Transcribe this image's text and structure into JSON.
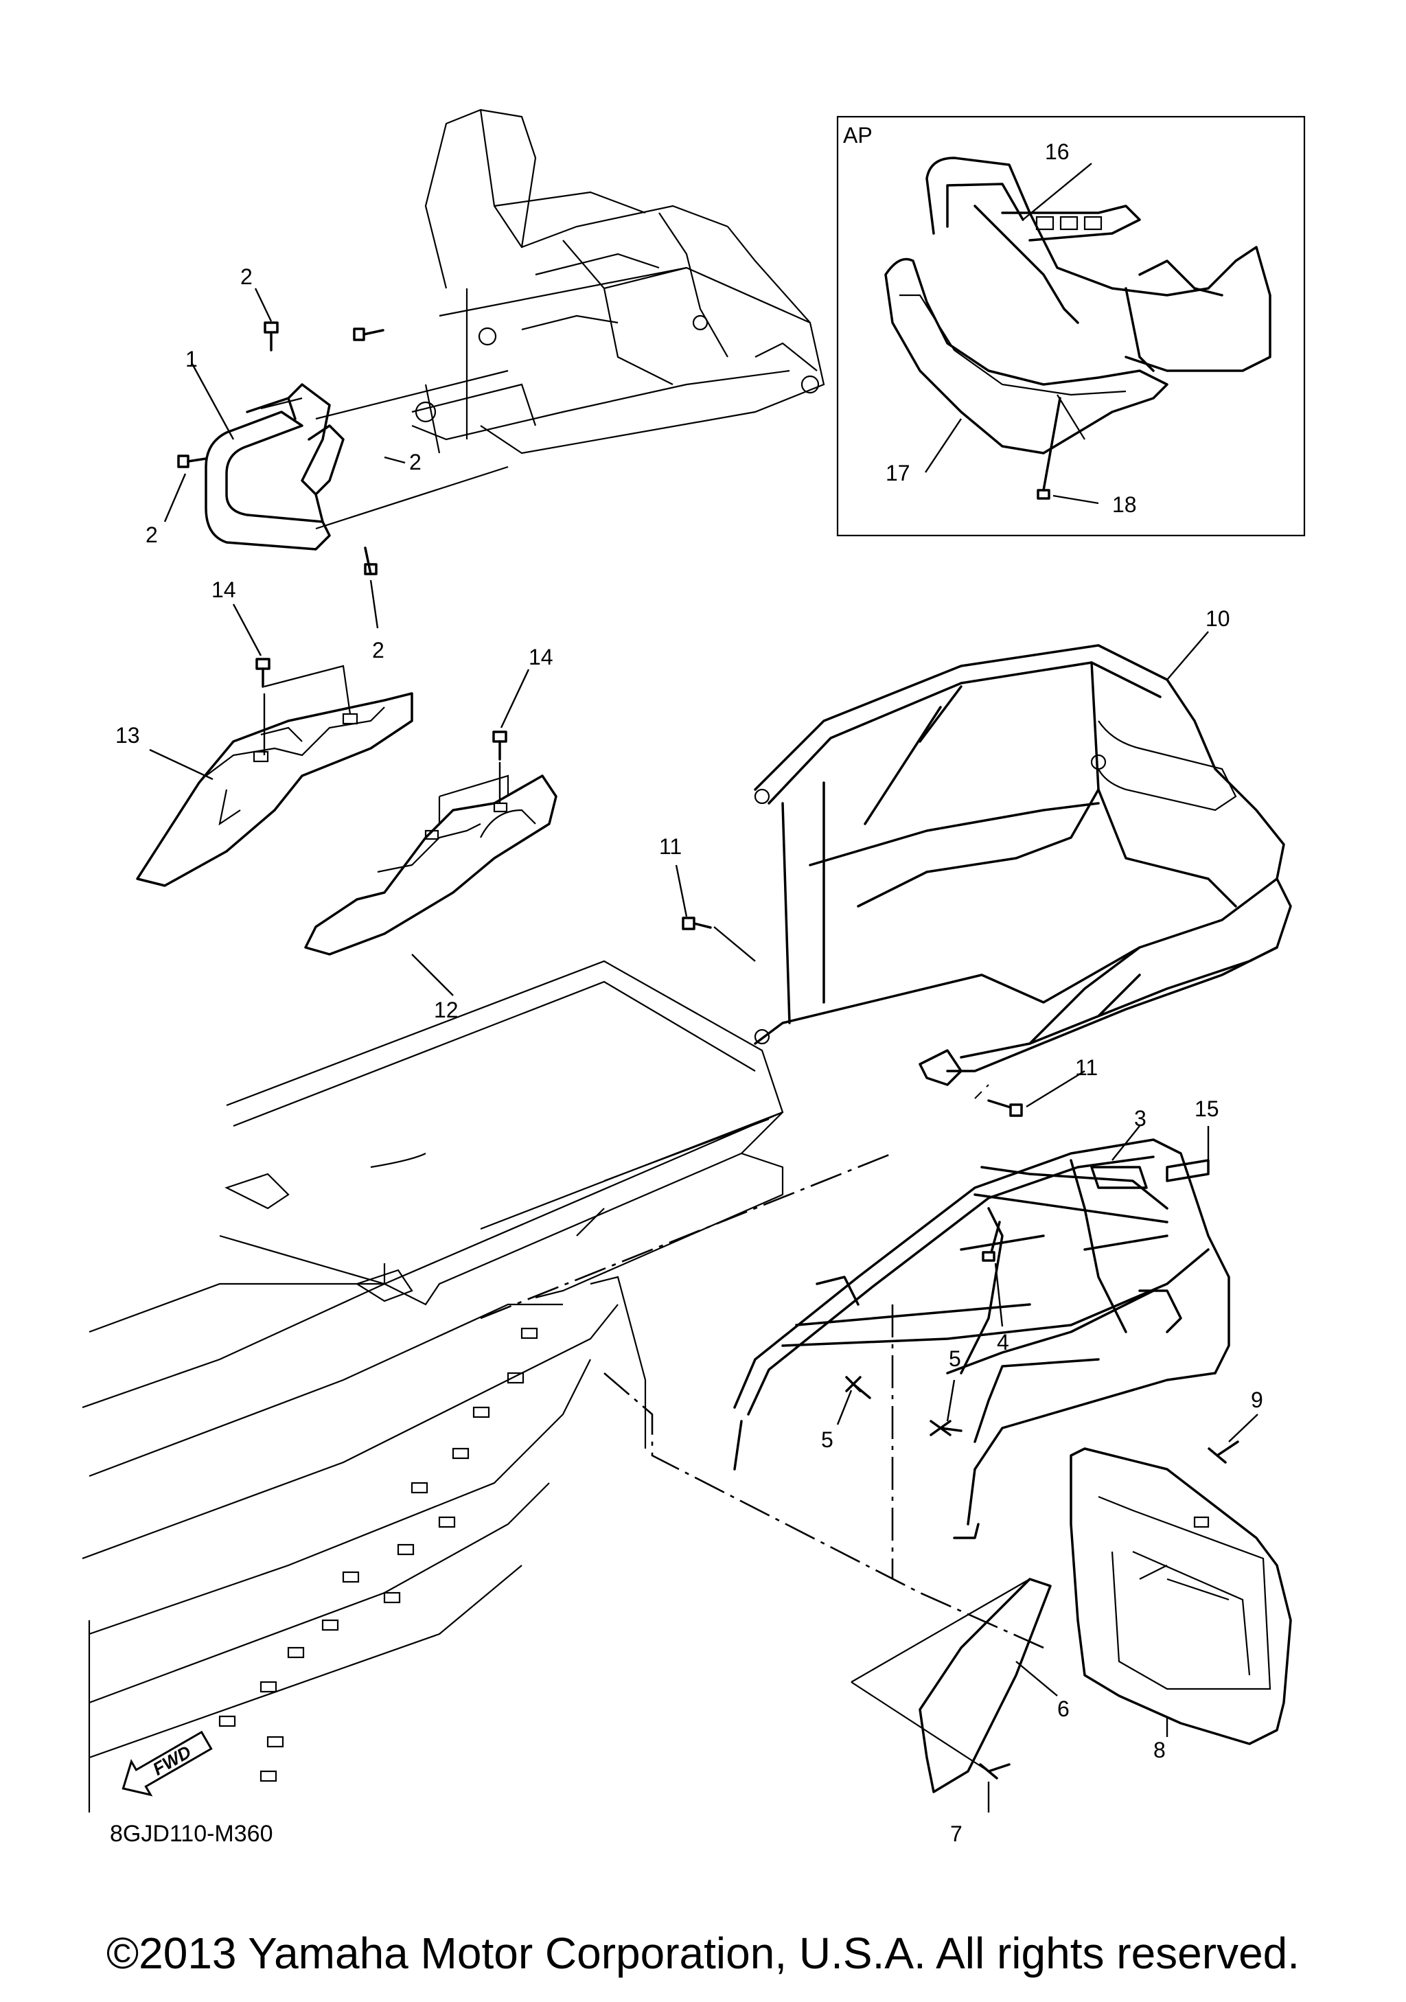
{
  "diagram": {
    "panel_label": "AP",
    "drawing_code": "8GJD110-M360",
    "fwd_label": "FWD",
    "callouts": [
      {
        "id": "c1",
        "text": "1"
      },
      {
        "id": "c2a",
        "text": "2"
      },
      {
        "id": "c2b",
        "text": "2"
      },
      {
        "id": "c2c",
        "text": "2"
      },
      {
        "id": "c2d",
        "text": "2"
      },
      {
        "id": "c3",
        "text": "3"
      },
      {
        "id": "c4",
        "text": "4"
      },
      {
        "id": "c5a",
        "text": "5"
      },
      {
        "id": "c5b",
        "text": "5"
      },
      {
        "id": "c6",
        "text": "6"
      },
      {
        "id": "c7",
        "text": "7"
      },
      {
        "id": "c8",
        "text": "8"
      },
      {
        "id": "c9",
        "text": "9"
      },
      {
        "id": "c10",
        "text": "10"
      },
      {
        "id": "c11a",
        "text": "11"
      },
      {
        "id": "c11b",
        "text": "11"
      },
      {
        "id": "c12",
        "text": "12"
      },
      {
        "id": "c13",
        "text": "13"
      },
      {
        "id": "c14a",
        "text": "14"
      },
      {
        "id": "c14b",
        "text": "14"
      },
      {
        "id": "c15",
        "text": "15"
      },
      {
        "id": "c16",
        "text": "16"
      },
      {
        "id": "c17",
        "text": "17"
      },
      {
        "id": "c18",
        "text": "18"
      }
    ]
  },
  "footer": {
    "copyright": "©2013 Yamaha Motor Corporation, U.S.A. All rights reserved."
  }
}
